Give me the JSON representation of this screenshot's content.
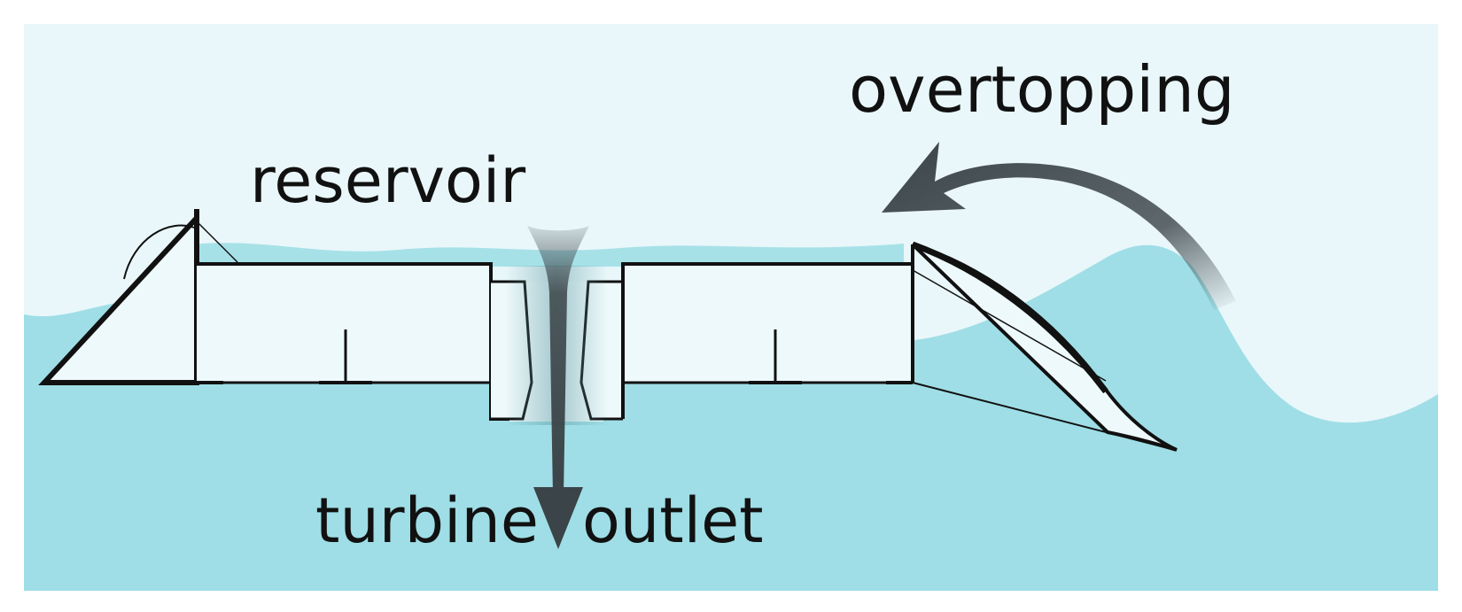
{
  "labels": {
    "overtopping": "overtopping",
    "reservoir": "reservoir",
    "turbine": "turbine",
    "outlet": "outlet"
  },
  "colors": {
    "sky": "#e9f7fa",
    "sea": "#9fdee6",
    "reservoir_water": "#a7e1e8",
    "structure_fill": "#eef9fb",
    "structure_stroke": "#111111",
    "arrow": "#3b4448",
    "text": "#111111"
  },
  "icons": {
    "overtopping_arrow": "curved-arrow",
    "turbine_arrow": "down-arrow"
  }
}
